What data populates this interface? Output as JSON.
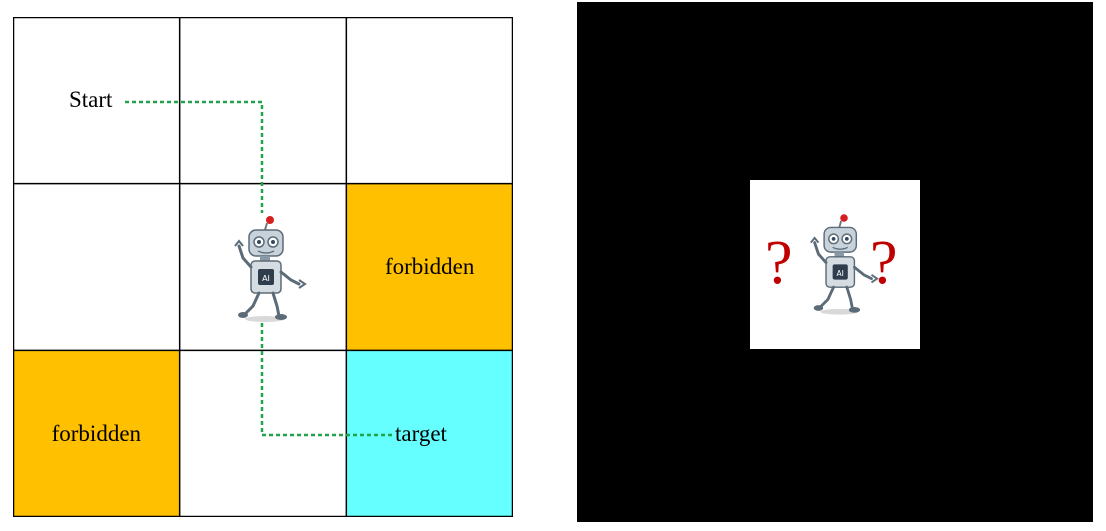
{
  "grid": {
    "rows": 3,
    "cols": 3,
    "cells": [
      {
        "row": 0,
        "col": 0,
        "type": "normal",
        "label": ""
      },
      {
        "row": 0,
        "col": 1,
        "type": "normal",
        "label": ""
      },
      {
        "row": 0,
        "col": 2,
        "type": "normal",
        "label": ""
      },
      {
        "row": 1,
        "col": 0,
        "type": "normal",
        "label": ""
      },
      {
        "row": 1,
        "col": 1,
        "type": "normal",
        "label": ""
      },
      {
        "row": 1,
        "col": 2,
        "type": "forbidden",
        "label": "forbidden"
      },
      {
        "row": 2,
        "col": 0,
        "type": "forbidden",
        "label": "forbidden"
      },
      {
        "row": 2,
        "col": 1,
        "type": "normal",
        "label": ""
      },
      {
        "row": 2,
        "col": 2,
        "type": "target",
        "label": ""
      }
    ],
    "start_label": "Start",
    "target_label": "target"
  },
  "colors": {
    "forbidden": "#FFC000",
    "target": "#66FFFF",
    "normal": "#FFFFFF",
    "path": "#21A34A",
    "question_mark": "#C00000",
    "dark_panel": "#000000"
  },
  "robot": {
    "chip_label": "AI"
  },
  "observation_panel": {
    "left_mark": "?",
    "right_mark": "?"
  }
}
